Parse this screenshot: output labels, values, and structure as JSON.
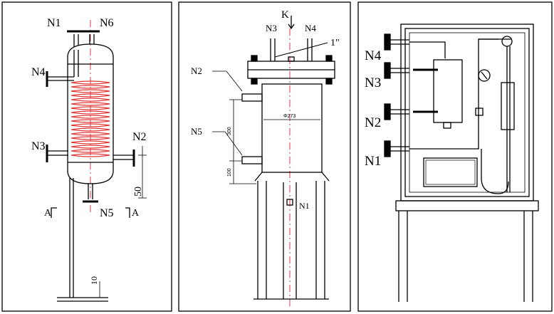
{
  "colors": {
    "line": "#000000",
    "coil": "#e23a3a",
    "center": "#e23a3a",
    "bg": "#ffffff"
  },
  "panel1": {
    "n1": "N1",
    "n6": "N6",
    "n4": "N4",
    "n3": "N3",
    "n2": "N2",
    "n5": "N5",
    "section_left": "A",
    "section_right": "A",
    "dim_50": "50",
    "dim_10": "10"
  },
  "panel2": {
    "k": "K",
    "n3": "N3",
    "n4": "N4",
    "pipe": "1\"",
    "n2": "N2",
    "n5": "N5",
    "n1": "N1",
    "dim_300": "300",
    "dim_100": "100",
    "dim_dia": "Φ273"
  },
  "panel3": {
    "n4": "N4",
    "n3": "N3",
    "n2": "N2",
    "n1": "N1"
  }
}
